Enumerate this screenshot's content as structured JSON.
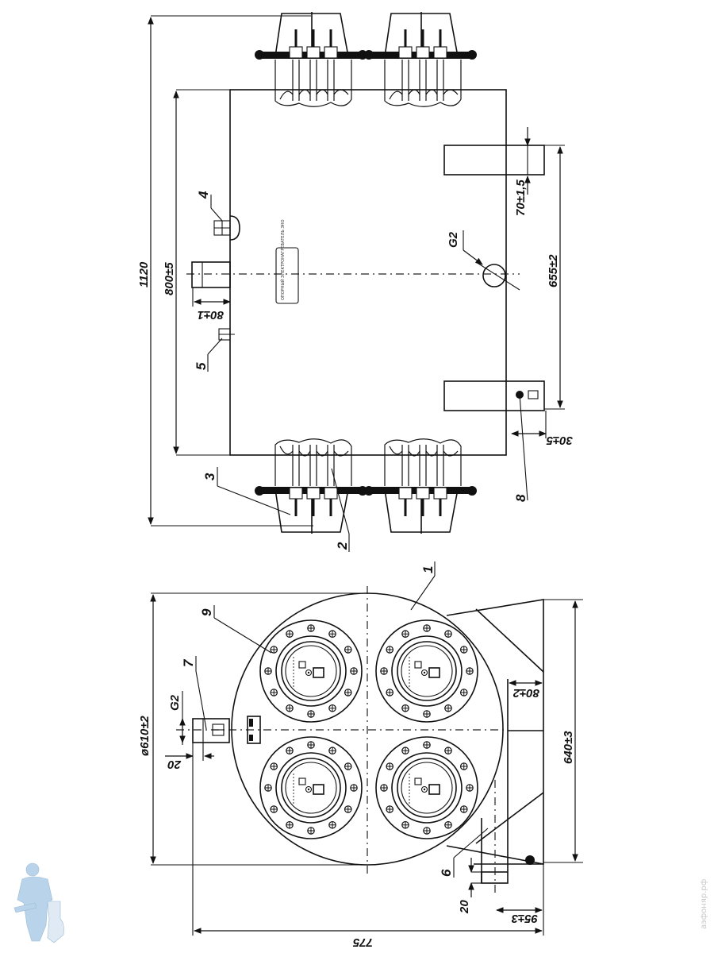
{
  "drawing": {
    "type": "technical-drawing",
    "views": [
      "side-view",
      "end-view"
    ],
    "side_view": {
      "dimensions": {
        "overall_length": "1120",
        "body_length": "800±5",
        "nozzle_offset": "80±1",
        "support_width": "70±1,5",
        "support_spacing": "655±2",
        "support_offset": "30±5"
      },
      "thread_label": "G2",
      "nameplate_text": "ОПОРНЫЙ ЭЛЕКТРОНАГРЕВАТЕЛЬ ЭНО",
      "callouts": [
        "2",
        "3",
        "4",
        "5",
        "8"
      ]
    },
    "end_view": {
      "dimensions": {
        "diameter": "ø610±2",
        "thread": "G2",
        "nozzle_len": "20",
        "support_depth": "80±2",
        "height": "640±3",
        "overall_width": "775",
        "foot_height": "20",
        "foot_offset": "95±3"
      },
      "callouts": [
        "1",
        "6",
        "7",
        "9"
      ]
    }
  },
  "watermark": {
    "text": "аэфоняр.рф",
    "logo": "plumber-mascot-icon"
  },
  "colors": {
    "line": "#111111",
    "mascot": "#b9d4ea",
    "watermark": "#c8c8c8"
  }
}
